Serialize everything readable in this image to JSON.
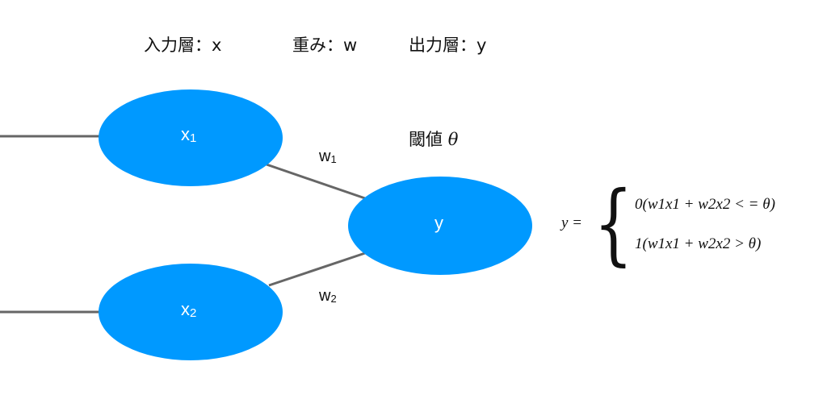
{
  "legend": {
    "input": "入力層：x",
    "weight": "重み：w",
    "output": "出力層：y"
  },
  "nodes": {
    "x1": {
      "base": "x",
      "sub": "1"
    },
    "x2": {
      "base": "x",
      "sub": "2"
    },
    "y": {
      "base": "y"
    }
  },
  "weights": {
    "w1": {
      "base": "w",
      "sub": "1"
    },
    "w2": {
      "base": "w",
      "sub": "2"
    }
  },
  "threshold": {
    "label": "閾値",
    "symbol": "θ"
  },
  "formula": {
    "lhs": "y =",
    "case0": "0(w1x1 + w2x2 < = θ)",
    "case1": "1(w1x1 + w2x2 > θ)"
  },
  "colors": {
    "node_fill": "#0099ff",
    "edge": "#666666",
    "text": "#111111"
  }
}
